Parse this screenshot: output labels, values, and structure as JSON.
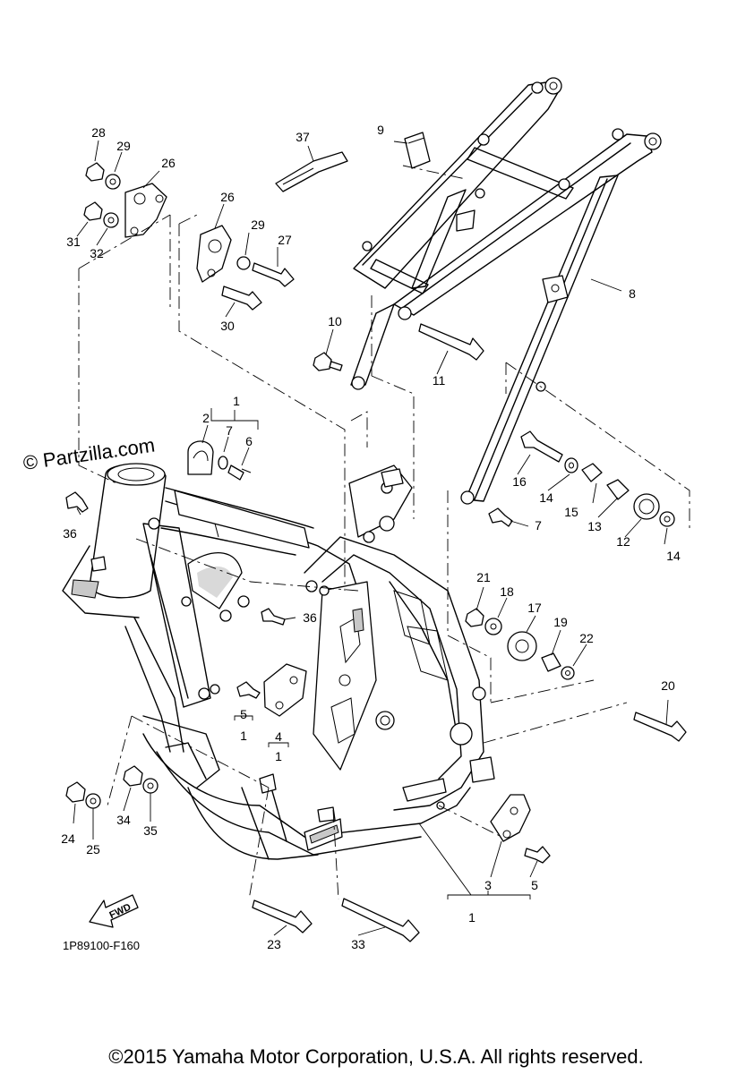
{
  "watermark": "© Partzilla.com",
  "diagram_code": "1P89100-F160",
  "copyright": "©2015 Yamaha Motor Corporation, U.S.A. All rights reserved.",
  "fwd_label": "FWD",
  "callouts": {
    "c1a": "1",
    "c1b": "1",
    "c1c": "1",
    "c1d": "1",
    "c2": "2",
    "c3": "3",
    "c4": "4",
    "c5a": "5",
    "c5b": "5",
    "c6": "6",
    "c7a": "7",
    "c7b": "7",
    "c8": "8",
    "c9": "9",
    "c10": "10",
    "c11": "11",
    "c12": "12",
    "c13": "13",
    "c14a": "14",
    "c14b": "14",
    "c15": "15",
    "c16": "16",
    "c17": "17",
    "c18": "18",
    "c19": "19",
    "c20": "20",
    "c21": "21",
    "c22": "22",
    "c23": "23",
    "c24": "24",
    "c25": "25",
    "c26a": "26",
    "c26b": "26",
    "c27": "27",
    "c28": "28",
    "c29a": "29",
    "c29b": "29",
    "c30": "30",
    "c31": "31",
    "c32": "32",
    "c33": "33",
    "c34": "34",
    "c35": "35",
    "c36a": "36",
    "c36b": "36",
    "c37": "37"
  }
}
